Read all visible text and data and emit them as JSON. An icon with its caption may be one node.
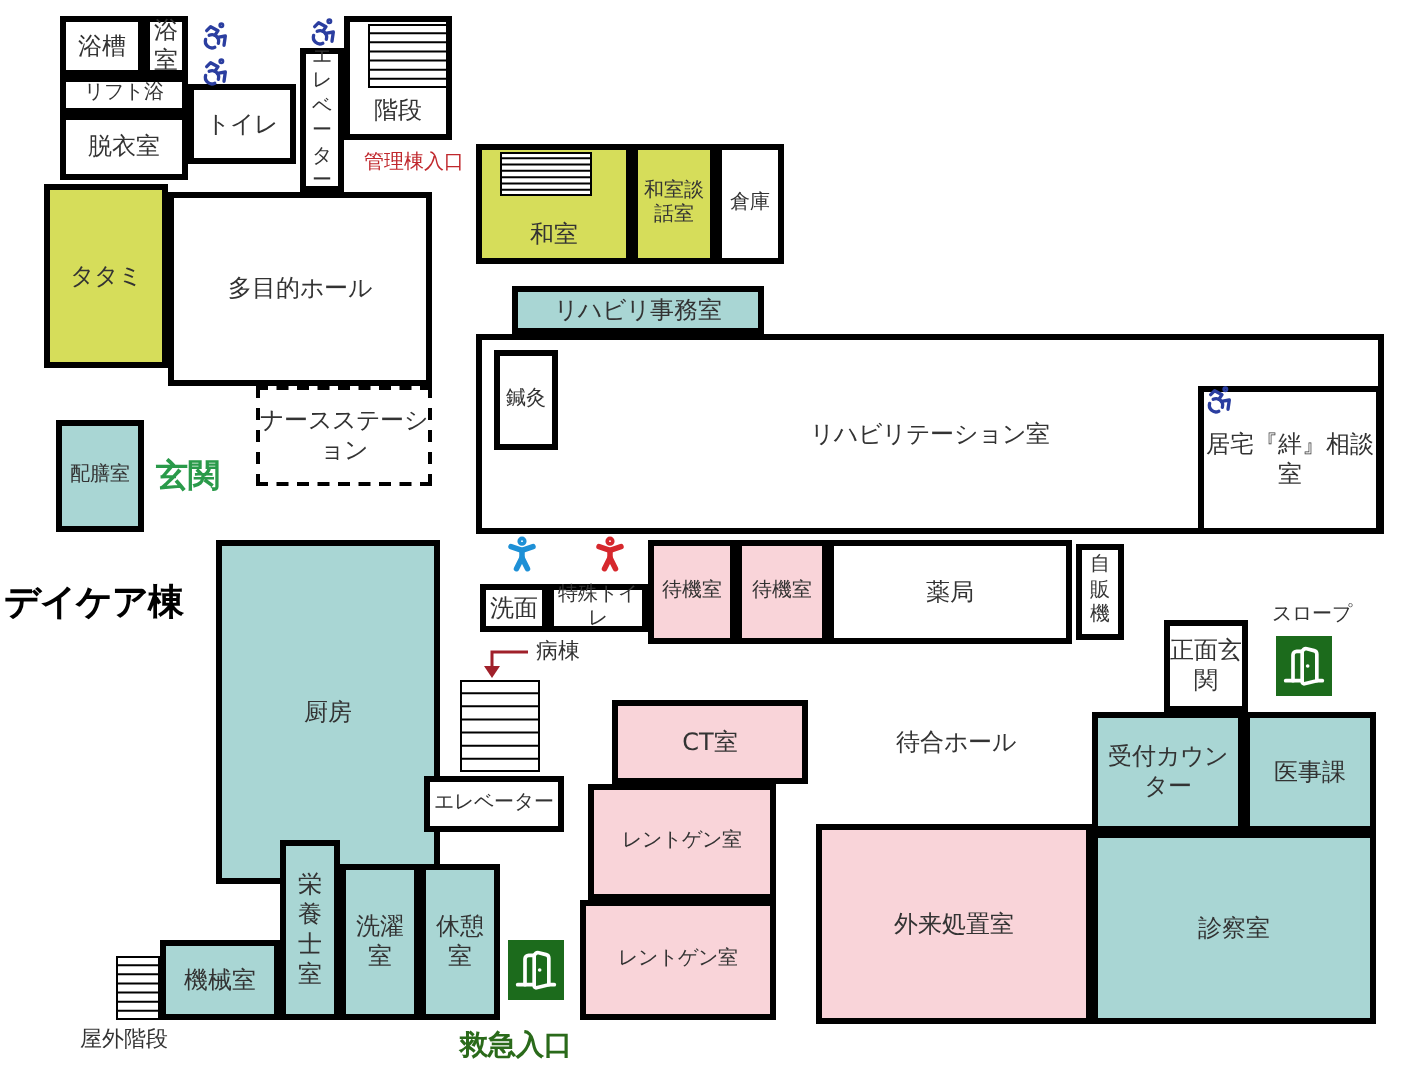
{
  "diagram": {
    "nodes": [
      {
        "text": [
          "浴槽"
        ]
      },
      {
        "text": [
          "浴室"
        ]
      },
      {
        "text": [
          "リフト浴"
        ]
      },
      {
        "text": [
          "脱衣室"
        ]
      },
      {
        "text": [
          "トイレ"
        ]
      },
      {
        "text": [
          "エレベーター"
        ]
      },
      {
        "text": [
          "階段"
        ]
      },
      {
        "text": [
          "タタミ"
        ]
      },
      {
        "text": [
          "多目的ホール"
        ]
      },
      {
        "text": [
          "ナースステーション"
        ]
      },
      {
        "text": [
          "配膳室"
        ]
      },
      {
        "text": [
          "和室"
        ]
      },
      {
        "text": [
          "和室談話室"
        ]
      },
      {
        "text": [
          "倉庫"
        ]
      },
      {
        "text": [
          "リハビリ事務室"
        ]
      },
      {
        "text": [
          "リハビリテーション室"
        ]
      },
      {
        "text": [
          "鍼灸"
        ],
        "in": 15
      },
      {
        "text": [
          "居宅『絆』相談室"
        ],
        "in": 15
      },
      {
        "text": [
          "洗面"
        ]
      },
      {
        "text": [
          "特殊トイレ"
        ]
      },
      {
        "text": [
          "待機室"
        ]
      },
      {
        "text": [
          "待機室"
        ]
      },
      {
        "text": [
          "薬局"
        ]
      },
      {
        "text": [
          "自販機"
        ]
      },
      {
        "text": [
          "正面玄関"
        ]
      },
      {
        "text": [
          "厨房"
        ]
      },
      {
        "text": [
          "エレベーター"
        ]
      },
      {
        "text": [
          "栄養士室"
        ]
      },
      {
        "text": [
          "機械室"
        ]
      },
      {
        "text": [
          "洗濯室"
        ]
      },
      {
        "text": [
          "休憩室"
        ]
      },
      {
        "text": [
          "CT室"
        ]
      },
      {
        "text": [
          "レントゲン室"
        ]
      },
      {
        "text": [
          "レントゲン室"
        ]
      },
      {
        "text": [
          "待合ホール"
        ]
      },
      {
        "text": [
          "外来処置室"
        ]
      },
      {
        "text": [
          "受付カウンター"
        ]
      },
      {
        "text": [
          "医事課"
        ]
      },
      {
        "text": [
          "診察室"
        ]
      }
    ],
    "labels": [
      "管理棟入口",
      "玄関",
      "デイケア棟",
      "病棟",
      "スロープ",
      "屋外階段",
      "救急入口"
    ]
  }
}
